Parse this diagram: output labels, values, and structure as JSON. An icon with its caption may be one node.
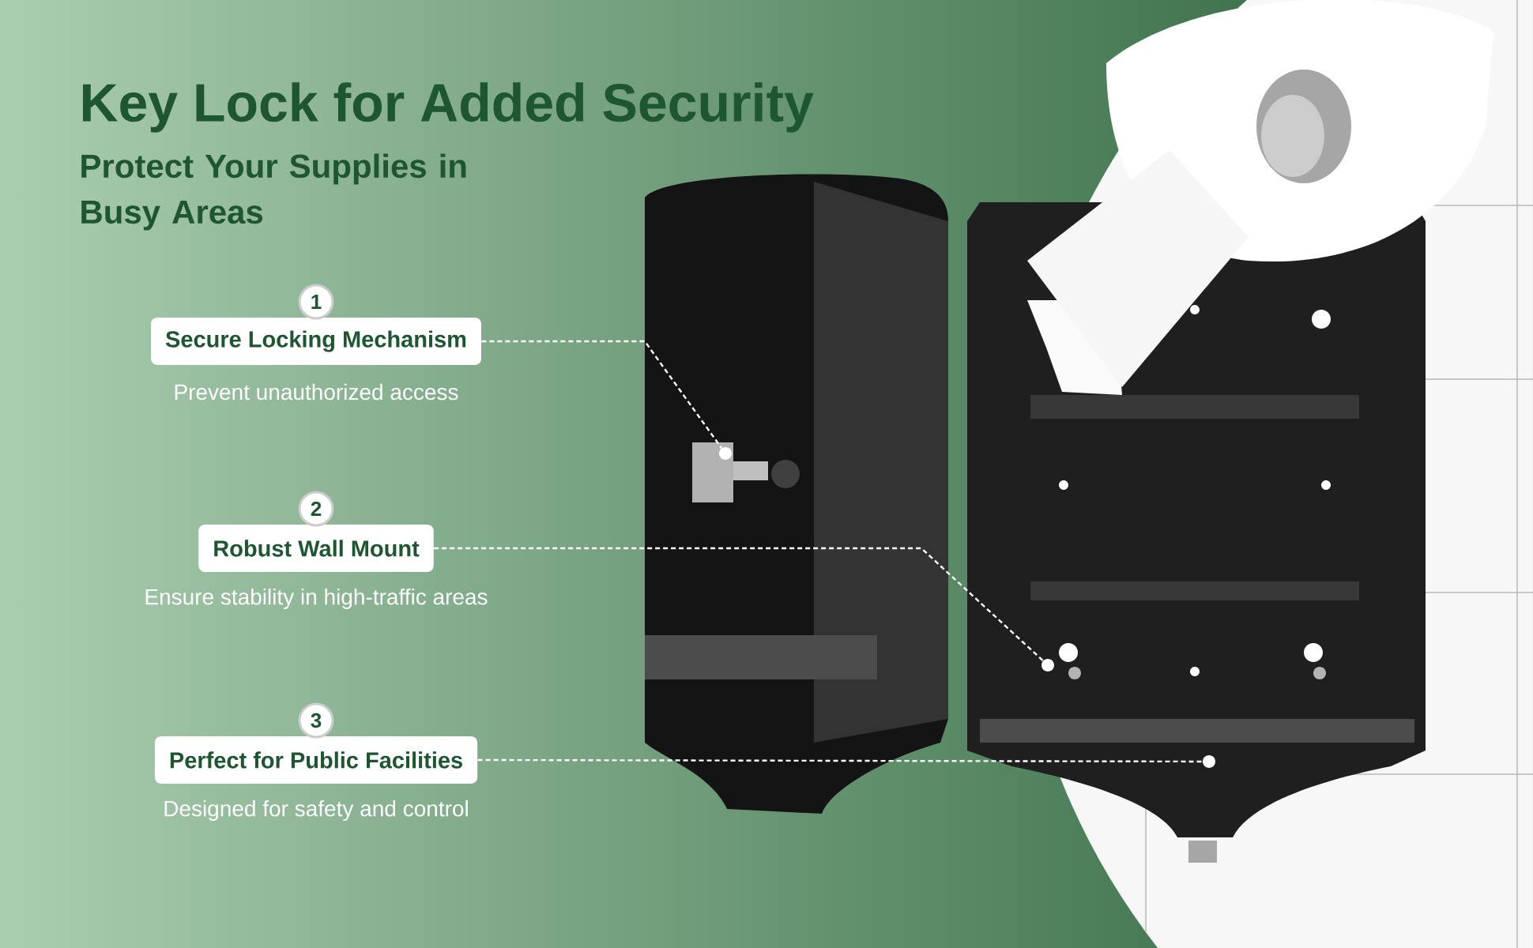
{
  "diagram": {
    "title": "Key Lock for Added Security",
    "nodes": [
      {
        "text": [
          "Secure Locking Mechanism"
        ],
        "beside": [
          "1",
          "Prevent unauthorized access"
        ]
      },
      {
        "text": [
          "Robust Wall Mount"
        ],
        "beside": [
          "2",
          "Ensure stability in high-traffic areas"
        ]
      },
      {
        "text": [
          "Perfect for Public Facilities"
        ],
        "beside": [
          "3",
          "Designed for safety and control"
        ]
      },
      {
        "text": [],
        "shape": "circle"
      },
      {
        "text": [],
        "shape": "circle"
      },
      {
        "text": [],
        "shape": "circle"
      }
    ],
    "edges": [
      {
        "from": 0,
        "to": 3,
        "arrow": "none",
        "style": "dashed"
      },
      {
        "from": 1,
        "to": 4,
        "arrow": "none",
        "style": "dashed"
      },
      {
        "from": 2,
        "to": 5,
        "arrow": "none",
        "style": "dashed"
      }
    ],
    "labels": [
      "Protect Your Supplies in Busy Areas"
    ]
  }
}
